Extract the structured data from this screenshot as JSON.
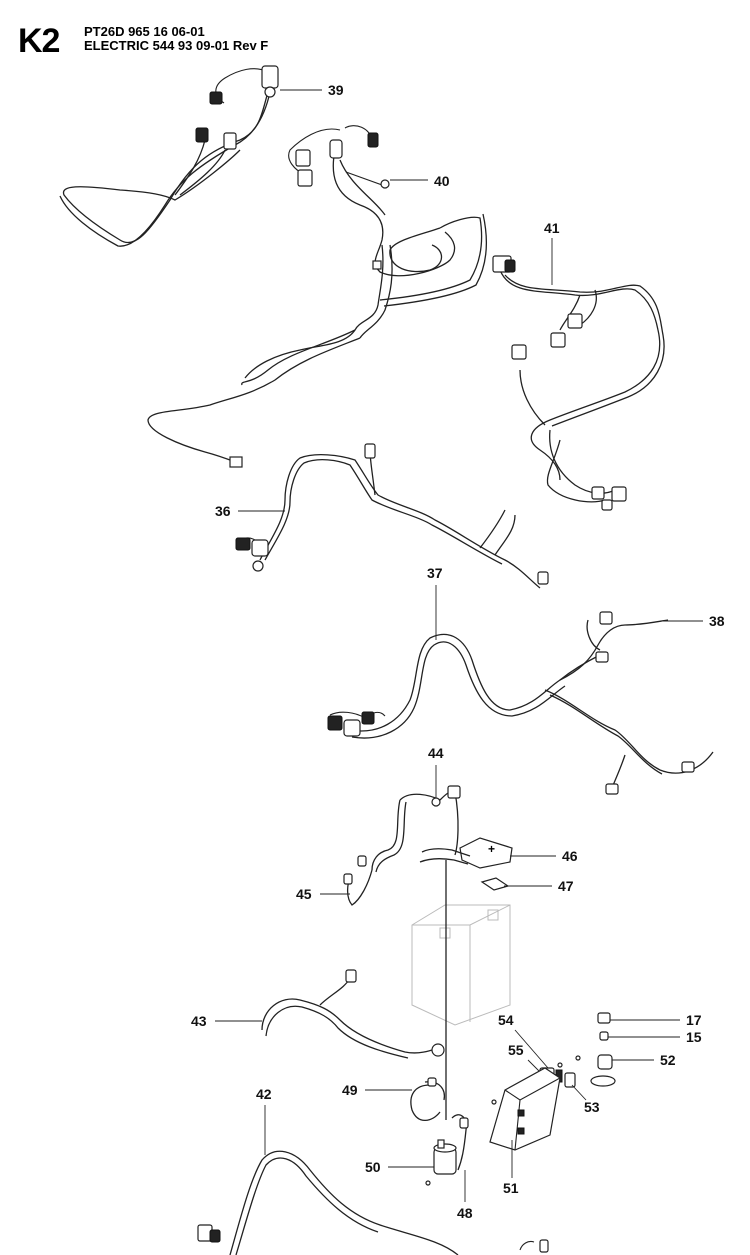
{
  "header": {
    "code": "K2",
    "model_line": "PT26D 965 16 06-01",
    "section_line": "ELECTRIC 544 93 09-01 Rev F"
  },
  "callouts": {
    "c39": "39",
    "c40": "40",
    "c41": "41",
    "c36": "36",
    "c37": "37",
    "c38": "38",
    "c44": "44",
    "c46": "46",
    "c47": "47",
    "c45": "45",
    "c43": "43",
    "c17": "17",
    "c15": "15",
    "c54": "54",
    "c55": "55",
    "c52": "52",
    "c53": "53",
    "c49": "49",
    "c42": "42",
    "c50": "50",
    "c51": "51",
    "c48": "48"
  },
  "symbols": {
    "battery_plus": "+"
  }
}
